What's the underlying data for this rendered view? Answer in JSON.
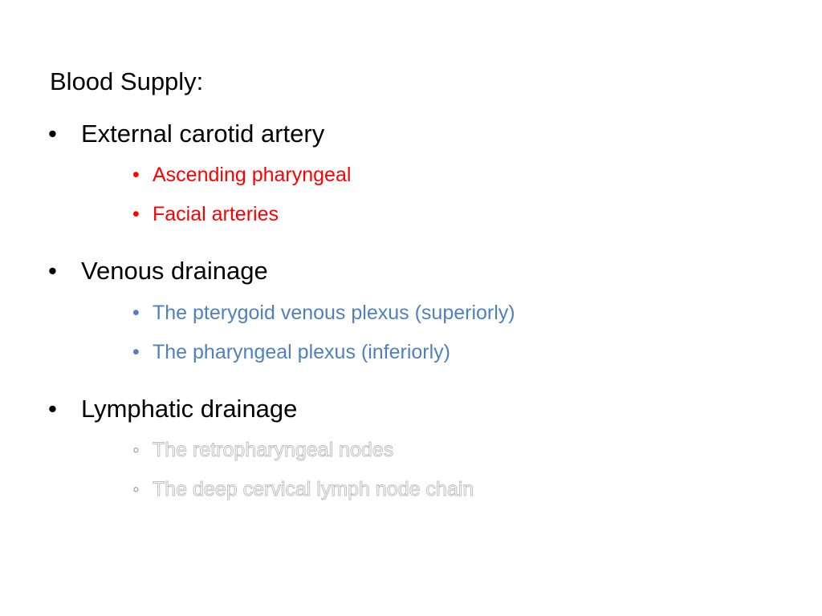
{
  "heading": "Blood Supply:",
  "colors": {
    "text": "#000000",
    "arteries": "#ff0000",
    "veins": "#4f81bd",
    "lymph_outline": "#bfbfbf"
  },
  "sections": [
    {
      "bullet": "•",
      "title": "External carotid artery",
      "items": [
        {
          "bullet": "•",
          "text": "Ascending pharyngeal"
        },
        {
          "bullet": "•",
          "text": "Facial arteries"
        }
      ]
    },
    {
      "bullet": "•",
      "title": "Venous drainage",
      "items": [
        {
          "bullet": "•",
          "text": "The pterygoid venous plexus (superiorly)"
        },
        {
          "bullet": "•",
          "text": "The pharyngeal plexus (inferiorly)"
        }
      ]
    },
    {
      "bullet": "•",
      "title": "Lymphatic drainage",
      "items": [
        {
          "bullet": "◦",
          "text": "The retropharyngeal nodes"
        },
        {
          "bullet": "◦",
          "text": "The deep cervical lymph node chain"
        }
      ]
    }
  ]
}
